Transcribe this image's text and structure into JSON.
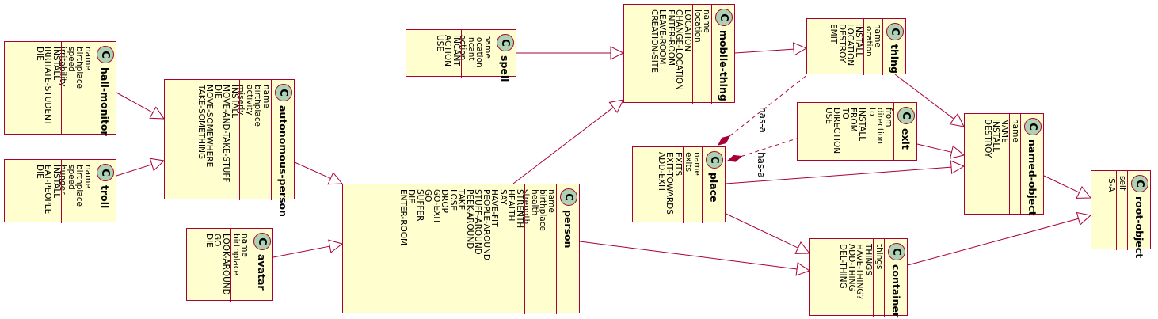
{
  "classes": [
    {
      "id": "hall-monitor",
      "name": "hall-monitor",
      "fields": [
        "name",
        "birthplace",
        "speed",
        "irritability"
      ],
      "methods": [
        "INSTALL",
        "IRRITATE-STUDENT",
        "DIE"
      ]
    },
    {
      "id": "troll",
      "name": "troll",
      "fields": [
        "name",
        "birthplace",
        "speed",
        "hunger"
      ],
      "methods": [
        "INSTALL",
        "EAT-PEOPLE",
        "DIE"
      ]
    },
    {
      "id": "autonomous-person",
      "name": "autonomous-person",
      "fields": [
        "name",
        "birthplace",
        "activity",
        "miserly"
      ],
      "methods": [
        "INSTALL",
        "MOVE-AND-TAKE-STUFF",
        "DIE",
        "MOVE-SOMEWHERE",
        "TAKE-SOMETHING"
      ]
    },
    {
      "id": "avatar",
      "name": "avatar",
      "fields": [
        "name",
        "birthplace"
      ],
      "methods": [
        "LOOK-AROUND",
        "GO",
        "DIE"
      ]
    },
    {
      "id": "person",
      "name": "person",
      "fields": [
        "name",
        "birthplace",
        "health",
        "strength"
      ],
      "methods": [
        "STRENTH",
        "HEALTH",
        "SAY",
        "HAVE-FIT",
        "PEOPLE-AROUND",
        "STUFF-AROUND",
        "PEEK-AROUND",
        "TAKE",
        "LOSE",
        "DROP",
        "GO-EXIT",
        "GO",
        "SUFFER",
        "DIE",
        "ENTER-ROOM"
      ]
    },
    {
      "id": "spell",
      "name": "spell",
      "fields": [
        "name",
        "location",
        "incant",
        "action"
      ],
      "methods": [
        "INCANT",
        "ACTION",
        "USE"
      ]
    },
    {
      "id": "mobile-thing",
      "name": "mobile-thing",
      "fields": [
        "name",
        "location"
      ],
      "methods": [
        "LOCATION",
        "CHANGE-LOCATION",
        "ENTER-ROOM",
        "LEAVE-ROOM",
        "CREATION-SITE"
      ]
    },
    {
      "id": "thing",
      "name": "thing",
      "fields": [
        "name",
        "location"
      ],
      "methods": [
        "INSTALL",
        "LOCATION",
        "DESTROY",
        "EMIT"
      ]
    },
    {
      "id": "exit",
      "name": "exit",
      "fields": [
        "from",
        "direction",
        "to"
      ],
      "methods": [
        "INSTALL",
        "FROM",
        "TO",
        "DIRECTION",
        "USE"
      ]
    },
    {
      "id": "place",
      "name": "place",
      "fields": [
        "name",
        "exits"
      ],
      "methods": [
        "EXITS",
        "EXIT-TOWARDS",
        "ADD-EXIT"
      ]
    },
    {
      "id": "named-object",
      "name": "named-object",
      "fields": [
        "name"
      ],
      "methods": [
        "NAME",
        "INSTALL",
        "DESTROY"
      ]
    },
    {
      "id": "container",
      "name": "container",
      "fields": [
        "things"
      ],
      "methods": [
        "THINGS",
        "HAVE-THING?",
        "ADD-THING",
        "DEL-THING"
      ]
    },
    {
      "id": "root-object",
      "name": "root-object",
      "fields": [
        "self"
      ],
      "methods": [
        "IS-A"
      ]
    }
  ],
  "class_badge": "C",
  "edges": [
    {
      "from": "hall-monitor",
      "to": "autonomous-person",
      "type": "inheritance"
    },
    {
      "from": "troll",
      "to": "autonomous-person",
      "type": "inheritance"
    },
    {
      "from": "autonomous-person",
      "to": "person",
      "type": "inheritance"
    },
    {
      "from": "avatar",
      "to": "person",
      "type": "inheritance"
    },
    {
      "from": "person",
      "to": "mobile-thing",
      "type": "inheritance"
    },
    {
      "from": "person",
      "to": "container",
      "type": "inheritance"
    },
    {
      "from": "spell",
      "to": "mobile-thing",
      "type": "inheritance"
    },
    {
      "from": "mobile-thing",
      "to": "thing",
      "type": "inheritance"
    },
    {
      "from": "thing",
      "to": "named-object",
      "type": "inheritance"
    },
    {
      "from": "exit",
      "to": "named-object",
      "type": "inheritance"
    },
    {
      "from": "place",
      "to": "named-object",
      "type": "inheritance"
    },
    {
      "from": "place",
      "to": "container",
      "type": "inheritance"
    },
    {
      "from": "named-object",
      "to": "root-object",
      "type": "inheritance"
    },
    {
      "from": "container",
      "to": "root-object",
      "type": "inheritance"
    },
    {
      "from": "place",
      "to": "thing",
      "type": "composition",
      "label": "has-a"
    },
    {
      "from": "place",
      "to": "exit",
      "type": "composition",
      "label": "has-a"
    }
  ],
  "colors": {
    "class_fill": "#fefece",
    "border": "#a80036",
    "badge_fill": "#add1b2"
  }
}
